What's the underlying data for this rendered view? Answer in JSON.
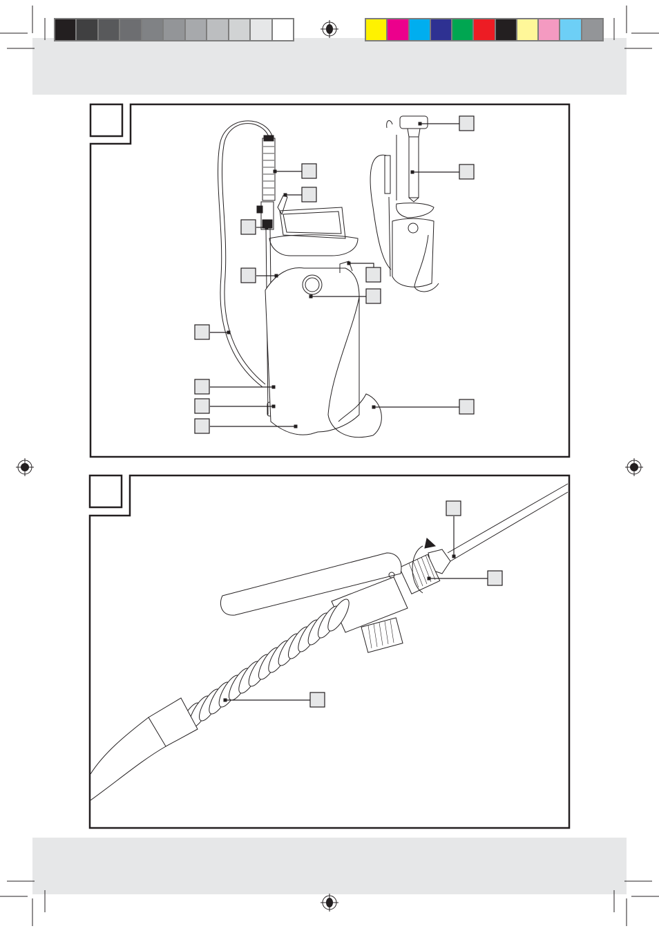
{
  "print_marks": {
    "grayscale_swatches": [
      "#231f20",
      "#404041",
      "#58595b",
      "#6d6e71",
      "#808285",
      "#939598",
      "#a7a9ac",
      "#bcbec0",
      "#d1d3d4",
      "#e6e7e8",
      "#ffffff"
    ],
    "color_swatches": [
      "#fff200",
      "#ec008c",
      "#00aeef",
      "#2e3192",
      "#00a651",
      "#ed1c24",
      "#231f20",
      "#fff799",
      "#f49ac1",
      "#6dcff6",
      "#939598"
    ],
    "band_color": "#e6e7e8",
    "label_box_fill": "#e6e7e8"
  },
  "figures": [
    {
      "id": "figure-1",
      "callout_count": 14
    },
    {
      "id": "figure-2",
      "callout_count": 3
    }
  ]
}
